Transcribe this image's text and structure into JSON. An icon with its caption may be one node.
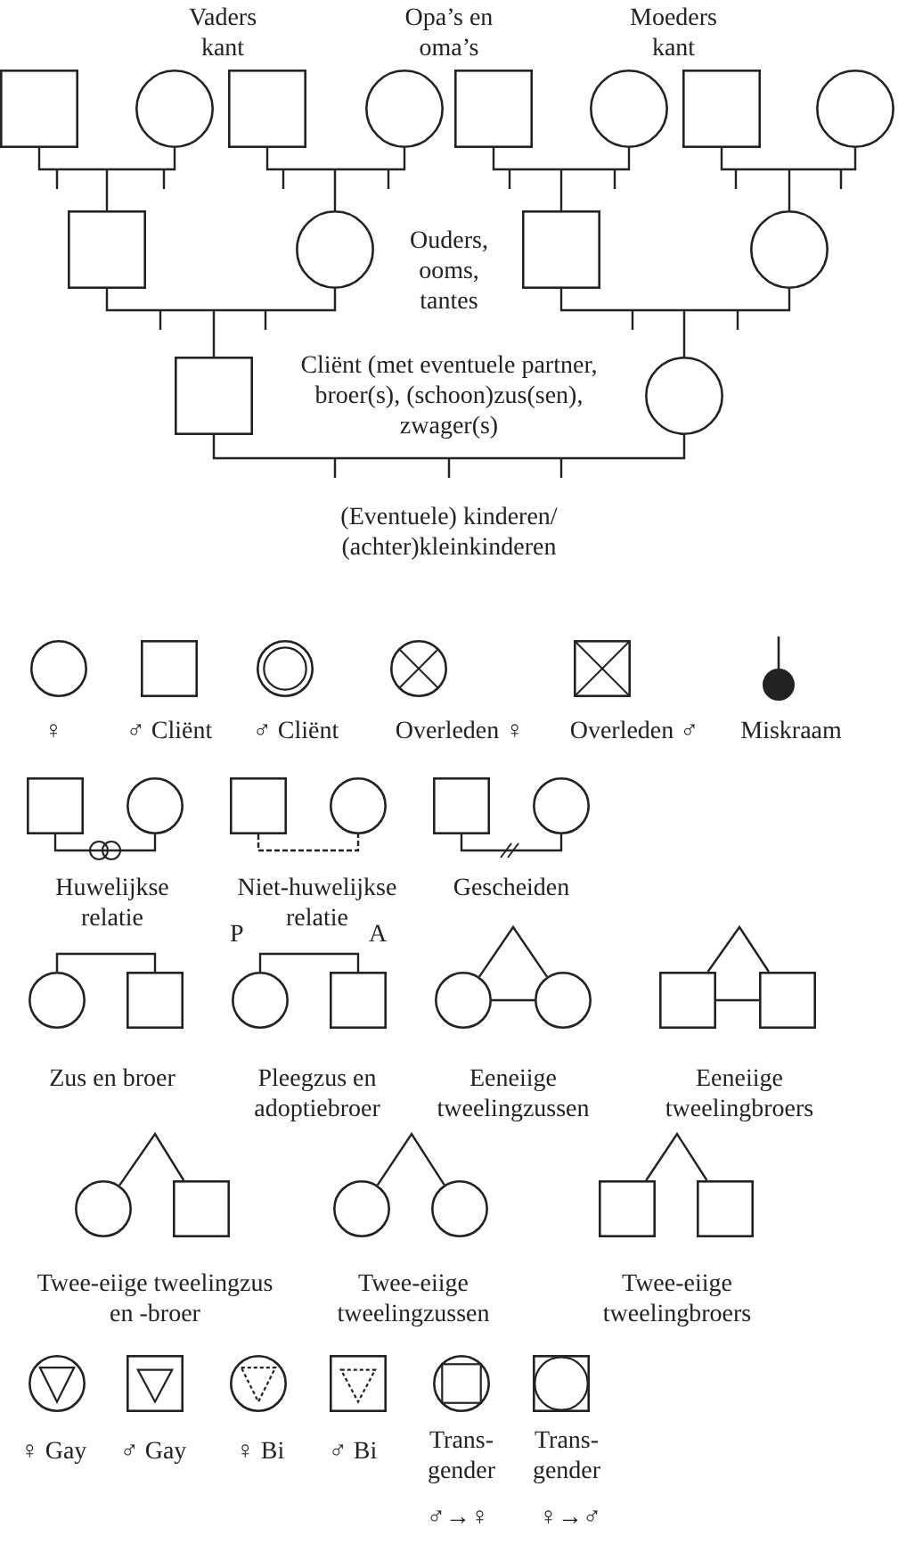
{
  "diagram": {
    "nodes": [
      {
        "text": [],
        "shape": "box"
      },
      {
        "text": [],
        "shape": "circle"
      },
      {
        "text": [],
        "shape": "box"
      },
      {
        "text": [],
        "shape": "circle"
      },
      {
        "text": [],
        "shape": "box"
      },
      {
        "text": [],
        "shape": "circle"
      },
      {
        "text": [],
        "shape": "box"
      },
      {
        "text": [],
        "shape": "circle"
      },
      {
        "text": [],
        "shape": "box"
      },
      {
        "text": [],
        "shape": "circle"
      },
      {
        "text": [],
        "shape": "box"
      },
      {
        "text": [],
        "shape": "circle"
      },
      {
        "text": [],
        "shape": "box"
      },
      {
        "text": [],
        "shape": "circle"
      },
      {
        "text": [],
        "shape": "circle"
      },
      {
        "text": [],
        "shape": "box"
      },
      {
        "text": [],
        "shape": "circle"
      },
      {
        "text": [],
        "shape": "circle"
      },
      {
        "text": [],
        "shape": "box"
      },
      {
        "text": [],
        "shape": "circle"
      },
      {
        "text": [],
        "shape": "box"
      },
      {
        "text": [],
        "shape": "circle"
      },
      {
        "text": [],
        "shape": "box"
      },
      {
        "text": [],
        "shape": "circle"
      },
      {
        "text": [],
        "shape": "box"
      },
      {
        "text": [],
        "shape": "circle"
      },
      {
        "text": [],
        "shape": "circle"
      },
      {
        "text": [],
        "shape": "box"
      },
      {
        "text": [],
        "shape": "circle",
        "beside": [
          "P"
        ]
      },
      {
        "text": [],
        "shape": "box",
        "beside": [
          "A"
        ]
      },
      {
        "text": [],
        "shape": "circle"
      },
      {
        "text": [],
        "shape": "circle"
      },
      {
        "text": [],
        "shape": "box"
      },
      {
        "text": [],
        "shape": "box"
      },
      {
        "text": [],
        "shape": "circle"
      },
      {
        "text": [],
        "shape": "box"
      },
      {
        "text": [],
        "shape": "circle"
      },
      {
        "text": [],
        "shape": "circle"
      },
      {
        "text": [],
        "shape": "box"
      },
      {
        "text": [],
        "shape": "box"
      },
      {
        "text": [],
        "shape": "circle"
      },
      {
        "text": [],
        "shape": "box"
      },
      {
        "text": [],
        "shape": "circle"
      },
      {
        "text": [],
        "shape": "box"
      },
      {
        "text": [],
        "shape": "circle"
      },
      {
        "text": [],
        "shape": "box"
      }
    ],
    "edges": [
      {
        "from": 0,
        "to": 8,
        "arrow": "none"
      },
      {
        "from": 1,
        "to": 8,
        "arrow": "none"
      },
      {
        "from": 2,
        "to": 9,
        "arrow": "none"
      },
      {
        "from": 3,
        "to": 9,
        "arrow": "none"
      },
      {
        "from": 4,
        "to": 10,
        "arrow": "none"
      },
      {
        "from": 5,
        "to": 10,
        "arrow": "none"
      },
      {
        "from": 6,
        "to": 11,
        "arrow": "none"
      },
      {
        "from": 7,
        "to": 11,
        "arrow": "none"
      },
      {
        "from": 8,
        "to": 12,
        "arrow": "none"
      },
      {
        "from": 9,
        "to": 12,
        "arrow": "none"
      },
      {
        "from": 10,
        "to": 13,
        "arrow": "none"
      },
      {
        "from": 11,
        "to": 13,
        "arrow": "none"
      },
      {
        "from": 12,
        "to": 13,
        "arrow": "none"
      },
      {
        "from": 20,
        "to": 21,
        "arrow": "none"
      },
      {
        "from": 22,
        "to": 23,
        "arrow": "none",
        "style": "dashed"
      },
      {
        "from": 24,
        "to": 25,
        "arrow": "none"
      },
      {
        "from": 26,
        "to": 27,
        "arrow": "none"
      },
      {
        "from": 28,
        "to": 29,
        "arrow": "none"
      },
      {
        "from": 30,
        "to": 31,
        "arrow": "none"
      },
      {
        "from": 30,
        "to": 31,
        "arrow": "none"
      },
      {
        "from": 32,
        "to": 33,
        "arrow": "none"
      },
      {
        "from": 32,
        "to": 33,
        "arrow": "none"
      },
      {
        "from": 34,
        "to": 35,
        "arrow": "none"
      },
      {
        "from": 36,
        "to": 37,
        "arrow": "none"
      },
      {
        "from": 38,
        "to": 39,
        "arrow": "none"
      }
    ],
    "labels": [
      "Vaders kant",
      "Opa’s en oma’s",
      "Moeders kant",
      "Ouders, ooms, tantes",
      "Cliënt (met eventuele partner, broer(s), (schoon)zus(sen), zwager(s)",
      "(Eventuele) kinderen/ (achter)kleinkinderen",
      "♀",
      "♂ Cliënt",
      "♂ Cliënt",
      "Overleden ♀",
      "Overleden ♂",
      "Miskraam",
      "Huwelijkse relatie",
      "Niet-huwelijkse relatie",
      "Gescheiden",
      "Zus en broer",
      "Pleegzus en adoptiebroer",
      "Eeneiige tweelingzussen",
      "Eeneiige tweelingbroers",
      "Twee-eiige tweelingzus en -broer",
      "Twee-eiige tweelingzussen",
      "Twee-eiige tweelingbroers",
      "♀ Gay",
      "♂ Gay",
      "♀ Bi",
      "♂ Bi",
      "Trans- gender",
      "Trans- gender",
      "♂→♀",
      "♀→♂"
    ]
  }
}
